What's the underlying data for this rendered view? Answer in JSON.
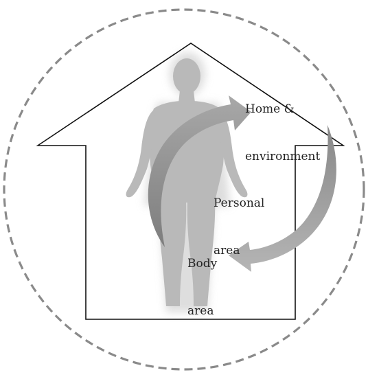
{
  "labels": {
    "home_line1": "Home &",
    "home_line2": "environment",
    "personal_line1": "Personal",
    "personal_line2": "area",
    "body_line1": "Body",
    "body_line2": "area"
  },
  "colors": {
    "circle_stroke": "#8a8a8a",
    "house_stroke": "#111111",
    "figure_fill": "#b9b9b9",
    "arrow_inner": "#8e8e8e",
    "arrow_outer": "#a5a5a5",
    "text": "#222222"
  },
  "icons": [
    "human-figure-icon",
    "house-outline-icon",
    "dashed-circle-icon",
    "curved-arrow-icon"
  ]
}
